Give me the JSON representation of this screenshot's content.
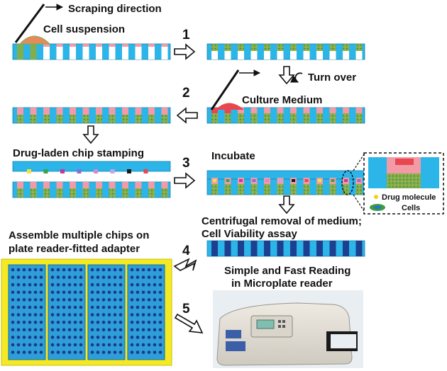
{
  "labels": {
    "scraping_direction": "Scraping direction",
    "cell_suspension": "Cell suspension",
    "turn_over": "Turn over",
    "culture_medium": "Culture Medium",
    "drug_chip_stamping": "Drug-laden chip stamping",
    "incubate": "Incubate",
    "drug_molecule": "Drug molecule",
    "cells": "Cells",
    "centrifugal_line1": "Centrifugal removal of medium;",
    "centrifugal_line2": "Cell Viability  assay",
    "assemble_line1": "Assemble multiple chips on",
    "assemble_line2": "plate reader-fitted adapter",
    "reading_line1": "Simple and Fast Reading",
    "reading_line2": "in Microplate reader"
  },
  "steps": [
    "1",
    "2",
    "3",
    "4",
    "5"
  ],
  "colors": {
    "chip_blue": "#2bb5e8",
    "well_pink": "#f29aa6",
    "cell_green": "#7fae4f",
    "medium_red": "#e8474f",
    "adapter_yellow": "#f5ea22",
    "plate_blue": "#2e9ed8",
    "plate_dot": "#1b3a8c",
    "viability_dark": "#1c3f8f",
    "drug_dot": "#f0d020",
    "cell_blob": "#3a9e3f"
  },
  "drug_colors": [
    "#f2e33a",
    "#3aa24a",
    "#c3399a",
    "#8a6fd0",
    "#d68ac8",
    "#bfa9e0",
    "#1a1a1a",
    "#e8474f"
  ],
  "icons": [
    "arrow-right-icon",
    "arrow-down-icon",
    "arrow-left-icon",
    "turn-over-icon",
    "scraper-icon",
    "microplate-reader-icon"
  ]
}
